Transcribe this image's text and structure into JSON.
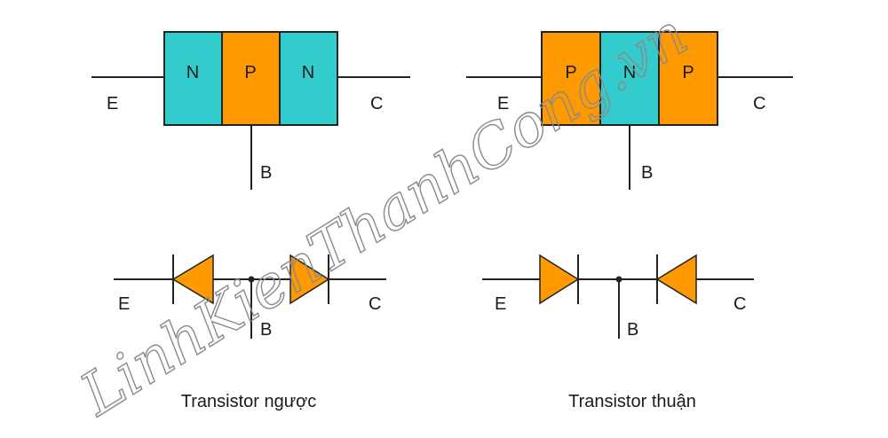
{
  "colors": {
    "n_region": "#33cccc",
    "p_region": "#ff9900",
    "line": "#222222"
  },
  "reverse": {
    "regions": [
      "N",
      "P",
      "N"
    ],
    "emitter": "E",
    "collector": "C",
    "base_top": "B",
    "base_bottom": "B",
    "emitter_bottom": "E",
    "collector_bottom": "C",
    "caption": "Transistor ngược"
  },
  "forward": {
    "regions": [
      "P",
      "N",
      "P"
    ],
    "emitter": "E",
    "collector": "C",
    "base_top": "B",
    "base_bottom": "B",
    "emitter_bottom": "E",
    "collector_bottom": "C",
    "caption": "Transistor thuận"
  },
  "watermark": "LinhKienThanhCong.vn"
}
